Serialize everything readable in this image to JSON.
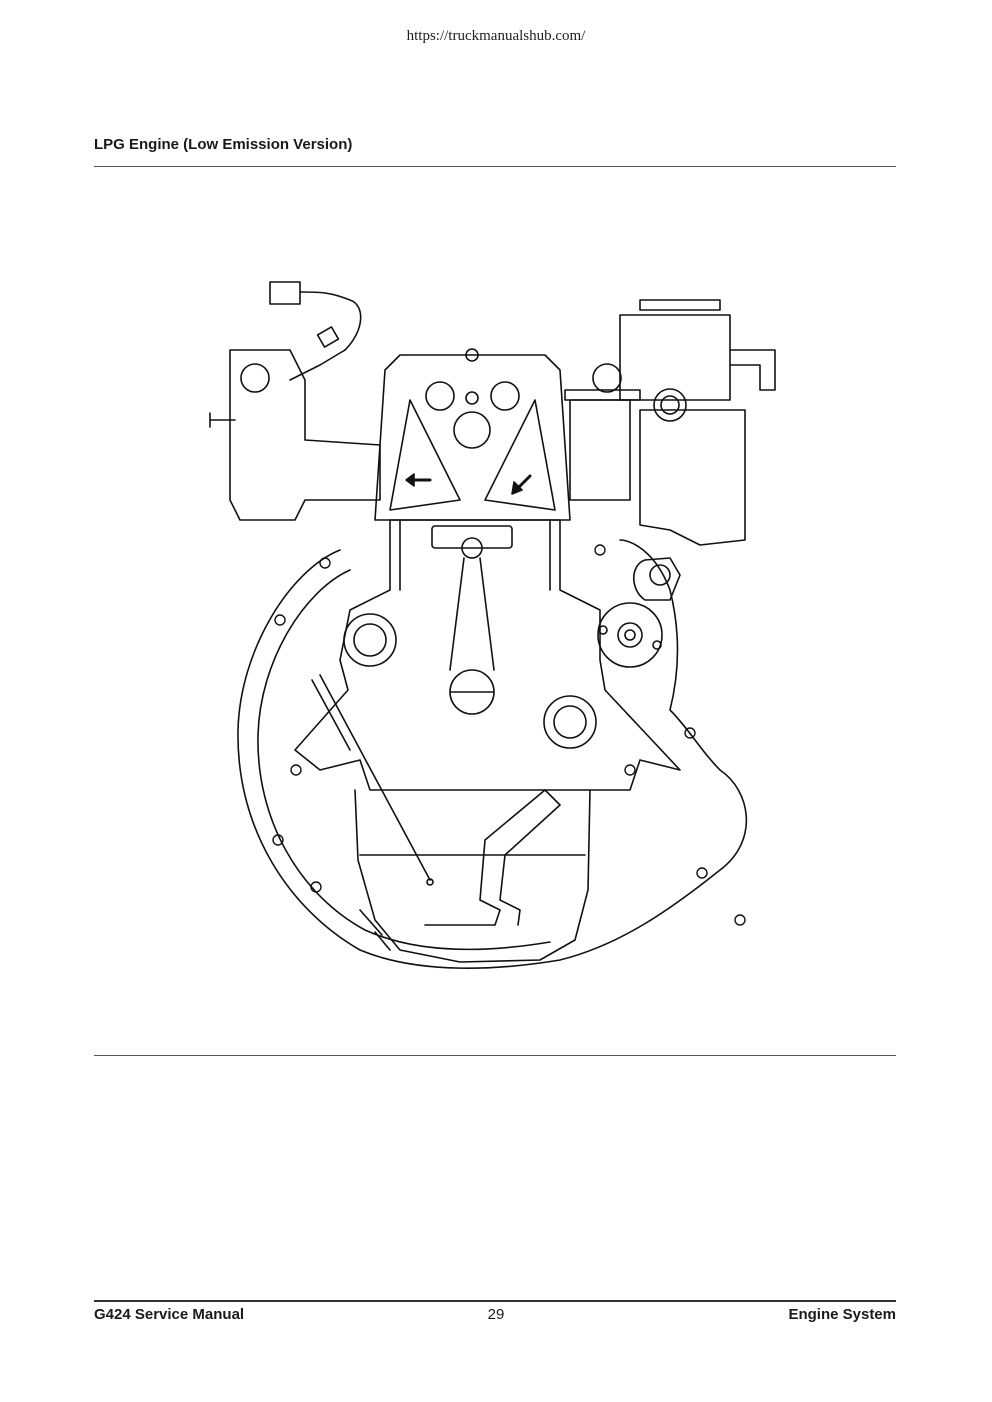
{
  "header": {
    "url": "https://truckmanualshub.com/"
  },
  "section": {
    "title": "LPG Engine (Low Emission Version)"
  },
  "footer": {
    "manual": "G424 Service Manual",
    "page_number": "29",
    "chapter": "Engine System"
  }
}
